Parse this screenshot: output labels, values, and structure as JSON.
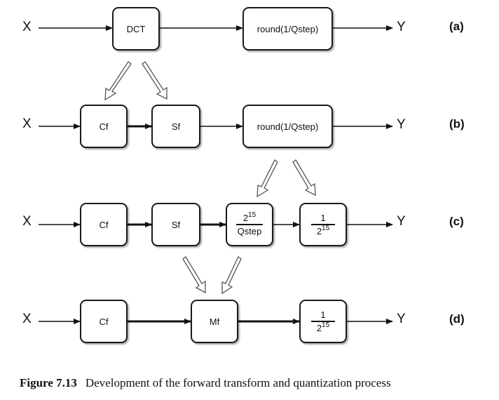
{
  "io": {
    "input": "X",
    "output": "Y"
  },
  "rows": [
    {
      "label": "(a)"
    },
    {
      "label": "(b)"
    },
    {
      "label": "(c)"
    },
    {
      "label": "(d)"
    }
  ],
  "blocks": {
    "dct": "DCT",
    "round": "round(1/Qstep)",
    "cf": "Cf",
    "sf": "Sf",
    "mf": "Mf",
    "scale_num_base": "2",
    "scale_num_exp": "15",
    "scale_den": "Qstep",
    "inv_num": "1",
    "inv_den_base": "2",
    "inv_den_exp": "15"
  },
  "caption": {
    "number": "Figure 7.13",
    "text": "Development of the forward transform and quantization process"
  }
}
